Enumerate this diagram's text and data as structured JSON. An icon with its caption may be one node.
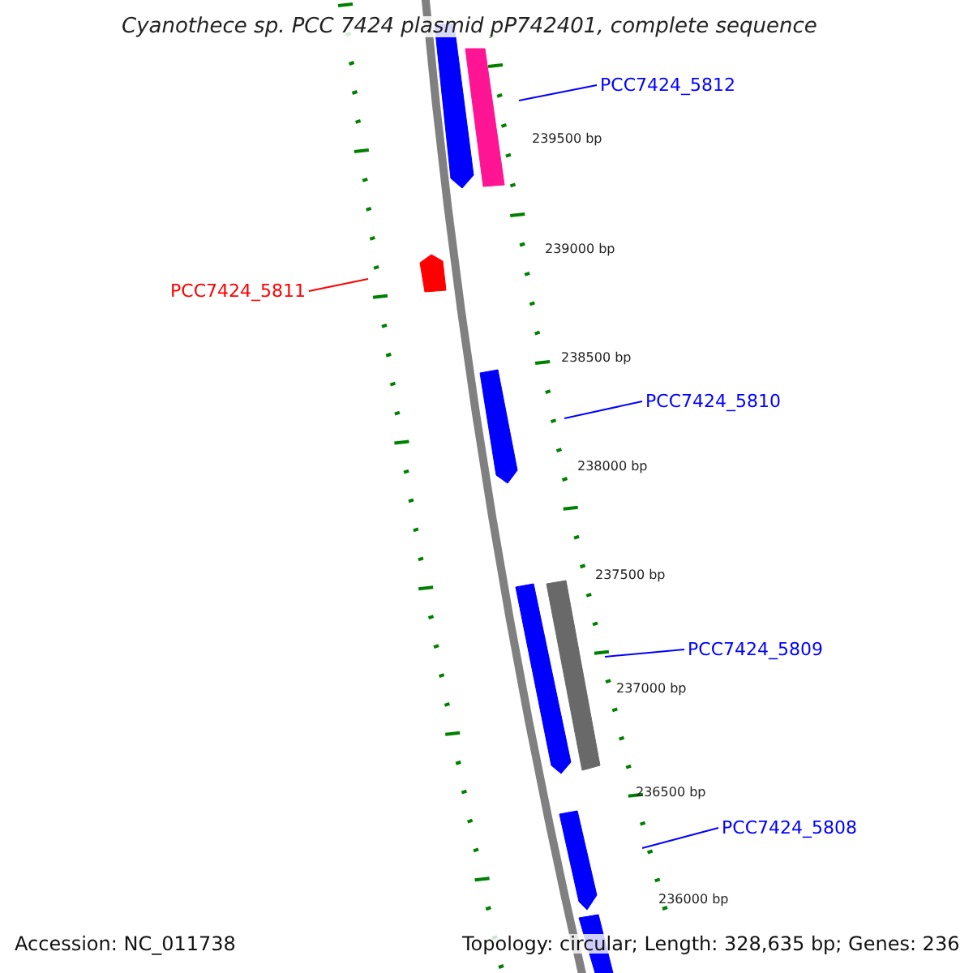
{
  "diagram": {
    "title": "Cyanothece sp. PCC 7424 plasmid pP742401, complete sequence",
    "nodes": [
      {
        "text": [
          "PCC7424_5812"
        ]
      },
      {
        "text": [
          "PCC7424_5811"
        ]
      },
      {
        "text": [
          "PCC7424_5810"
        ]
      },
      {
        "text": [
          "PCC7424_5809"
        ]
      },
      {
        "text": [
          "PCC7424_5808"
        ]
      }
    ],
    "edges": [
      {
        "from": 0,
        "to": null,
        "arrow": "none"
      },
      {
        "from": 1,
        "to": null,
        "arrow": "none",
        "color": "#ff0000"
      },
      {
        "from": 2,
        "to": null,
        "arrow": "none"
      },
      {
        "from": 3,
        "to": null,
        "arrow": "none"
      },
      {
        "from": 4,
        "to": null,
        "arrow": "none"
      }
    ],
    "labels": [
      "239500 bp",
      "239000 bp",
      "238500 bp",
      "238000 bp",
      "237500 bp",
      "237000 bp",
      "236500 bp",
      "236000 bp",
      "Accession: NC_011738",
      "Topology: circular; Length: 328,635 bp; Genes: 236"
    ]
  }
}
